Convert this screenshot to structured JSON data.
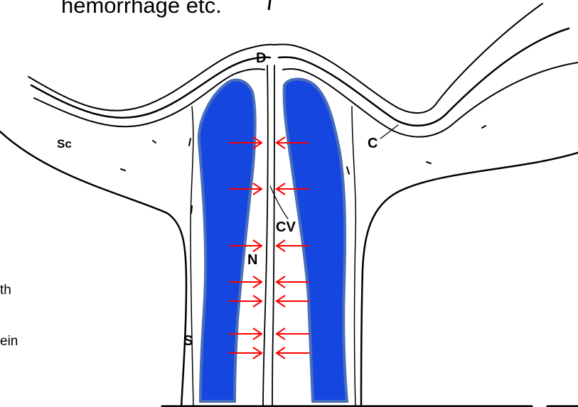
{
  "heading_fragment": "hemorrhage etc.",
  "side_text_fragments": [
    "th",
    "ein"
  ],
  "labels": {
    "D": "D",
    "Sc": "Sc",
    "C": "C",
    "CV": "CV",
    "N": "N",
    "S": "S"
  },
  "colors": {
    "vein_fill": "#1546e0",
    "vein_stroke": "#4a6fb8",
    "arrow": "#ff0000",
    "line": "#000000"
  },
  "arrow_rows": 7,
  "arrow_direction": "pointing inward toward central line from both sides"
}
